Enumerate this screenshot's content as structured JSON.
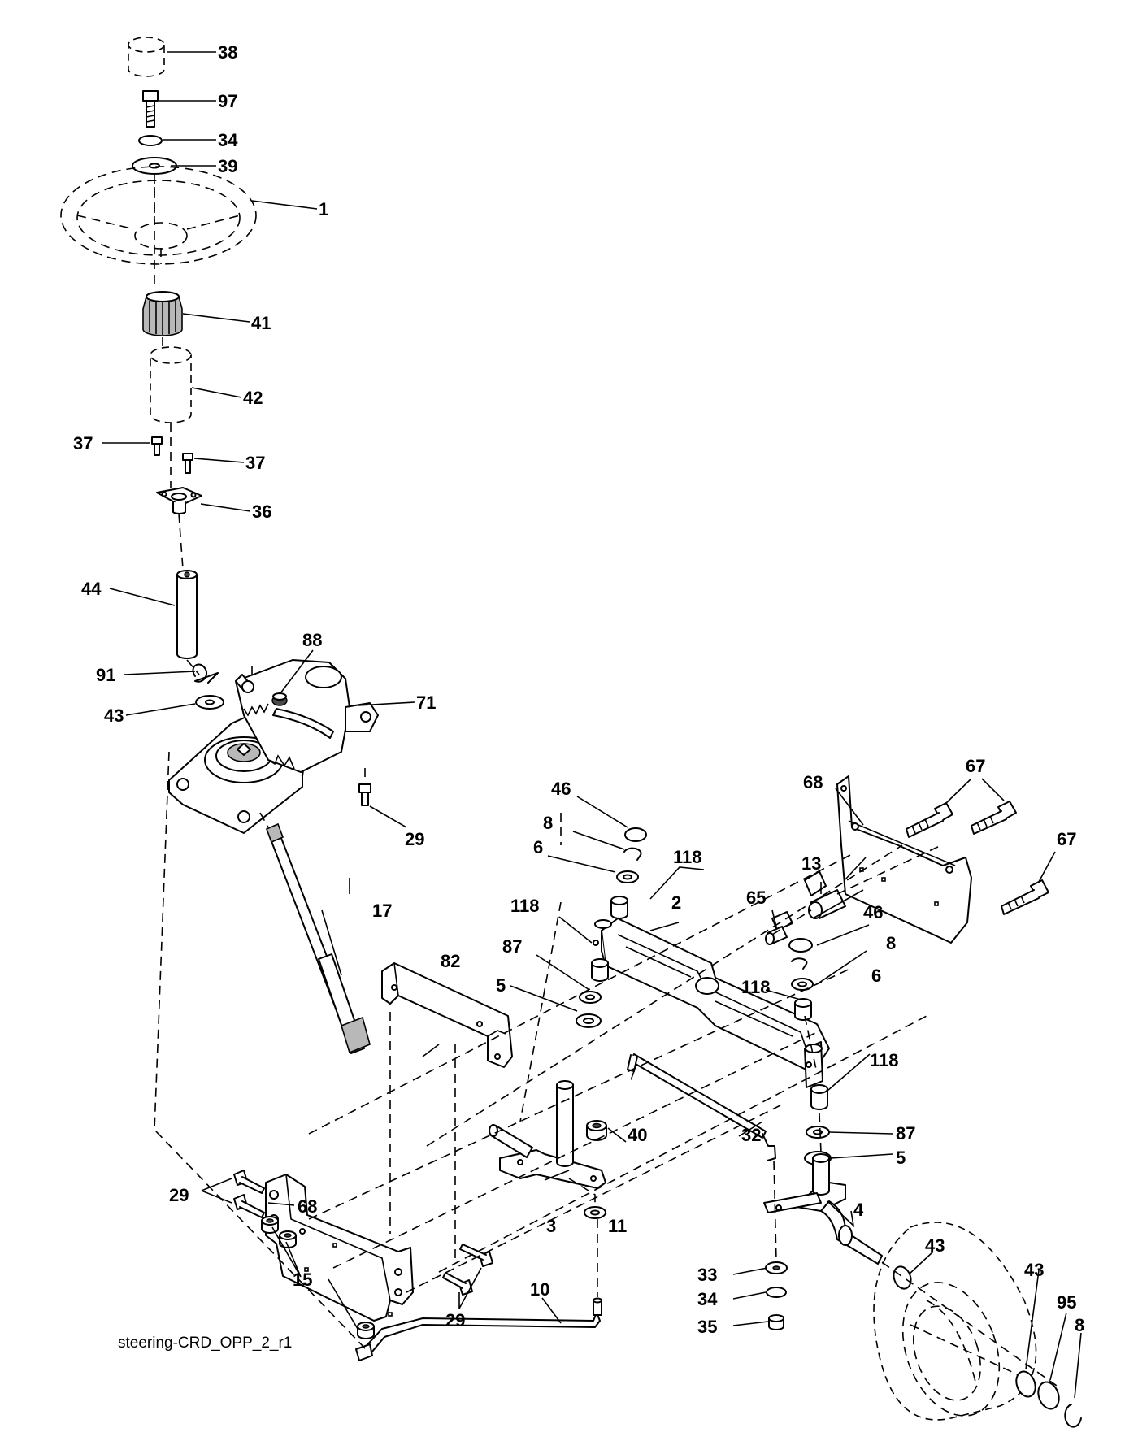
{
  "diagram": {
    "caption": "steering-CRD_OPP_2_r1",
    "callouts": [
      "38",
      "97",
      "34",
      "39",
      "1",
      "41",
      "42",
      "37",
      "37",
      "36",
      "44",
      "88",
      "91",
      "71",
      "43",
      "29",
      "46",
      "68",
      "67",
      "8",
      "6",
      "118",
      "67",
      "13",
      "2",
      "118",
      "65",
      "46",
      "87",
      "8",
      "82",
      "5",
      "6",
      "118",
      "17",
      "118",
      "40",
      "32",
      "87",
      "5",
      "29",
      "68",
      "3",
      "4",
      "11",
      "43",
      "33",
      "43",
      "10",
      "34",
      "95",
      "15",
      "29",
      "35",
      "8"
    ]
  }
}
